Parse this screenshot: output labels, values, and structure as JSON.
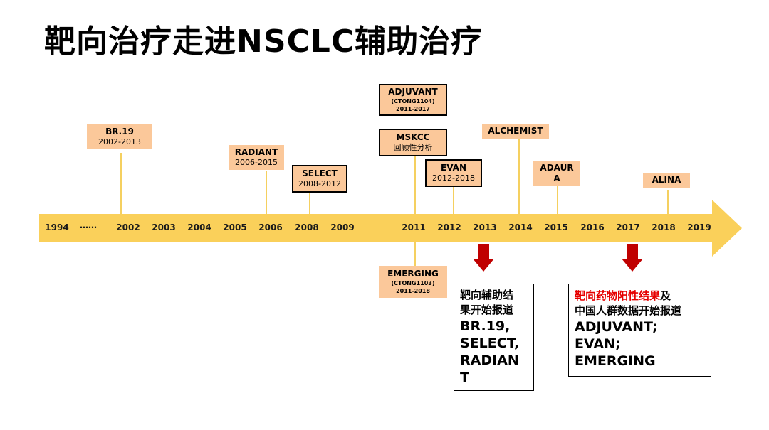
{
  "title": "靶向治疗走进NSCLC辅助治疗",
  "timeline": {
    "years": [
      "1994",
      "……",
      "2002",
      "2003",
      "2004",
      "2005",
      "2006",
      "2008",
      "2009",
      "2011",
      "2012",
      "2013",
      "2014",
      "2015",
      "2016",
      "2017",
      "2018",
      "2019"
    ],
    "arrow_color": "#fad05a"
  },
  "events": [
    {
      "id": "br19",
      "name": "BR.19",
      "detail": "2002-2013"
    },
    {
      "id": "radiant",
      "name": "RADIANT",
      "detail": "2006-2015"
    },
    {
      "id": "select",
      "name": "SELECT",
      "detail": "2008-2012"
    },
    {
      "id": "adjuvant",
      "name": "ADJUVANT",
      "code": "(CTONG1104)",
      "detail": "2011-2017"
    },
    {
      "id": "mskcc",
      "name": "MSKCC",
      "detail": "回顾性分析"
    },
    {
      "id": "evan",
      "name": "EVAN",
      "detail": "2012-2018"
    },
    {
      "id": "alchemist",
      "name": "ALCHEMIST"
    },
    {
      "id": "adaura",
      "name": "ADAUR",
      "detail": "A"
    },
    {
      "id": "alina",
      "name": "ALINA"
    },
    {
      "id": "emerging",
      "name": "EMERGING",
      "code": "(CTONG1103)",
      "detail": "2011-2018"
    }
  ],
  "notes": [
    {
      "id": "note-2013",
      "lines": [
        "靶向辅助结",
        "果开始报道",
        "BR.19,",
        "SELECT,",
        "RADIAN",
        "T"
      ]
    },
    {
      "id": "note-2017",
      "highlight": "靶向药物阳性结果",
      "lead_rest": "及",
      "line2": "中国人群数据开始报道",
      "lines": [
        "ADJUVANT;",
        "EVAN;",
        "EMERGING"
      ]
    }
  ],
  "colors": {
    "box_fill": "#fbc89a",
    "stem": "#f5d060",
    "marker": "#c00000",
    "highlight": "#e60000"
  }
}
